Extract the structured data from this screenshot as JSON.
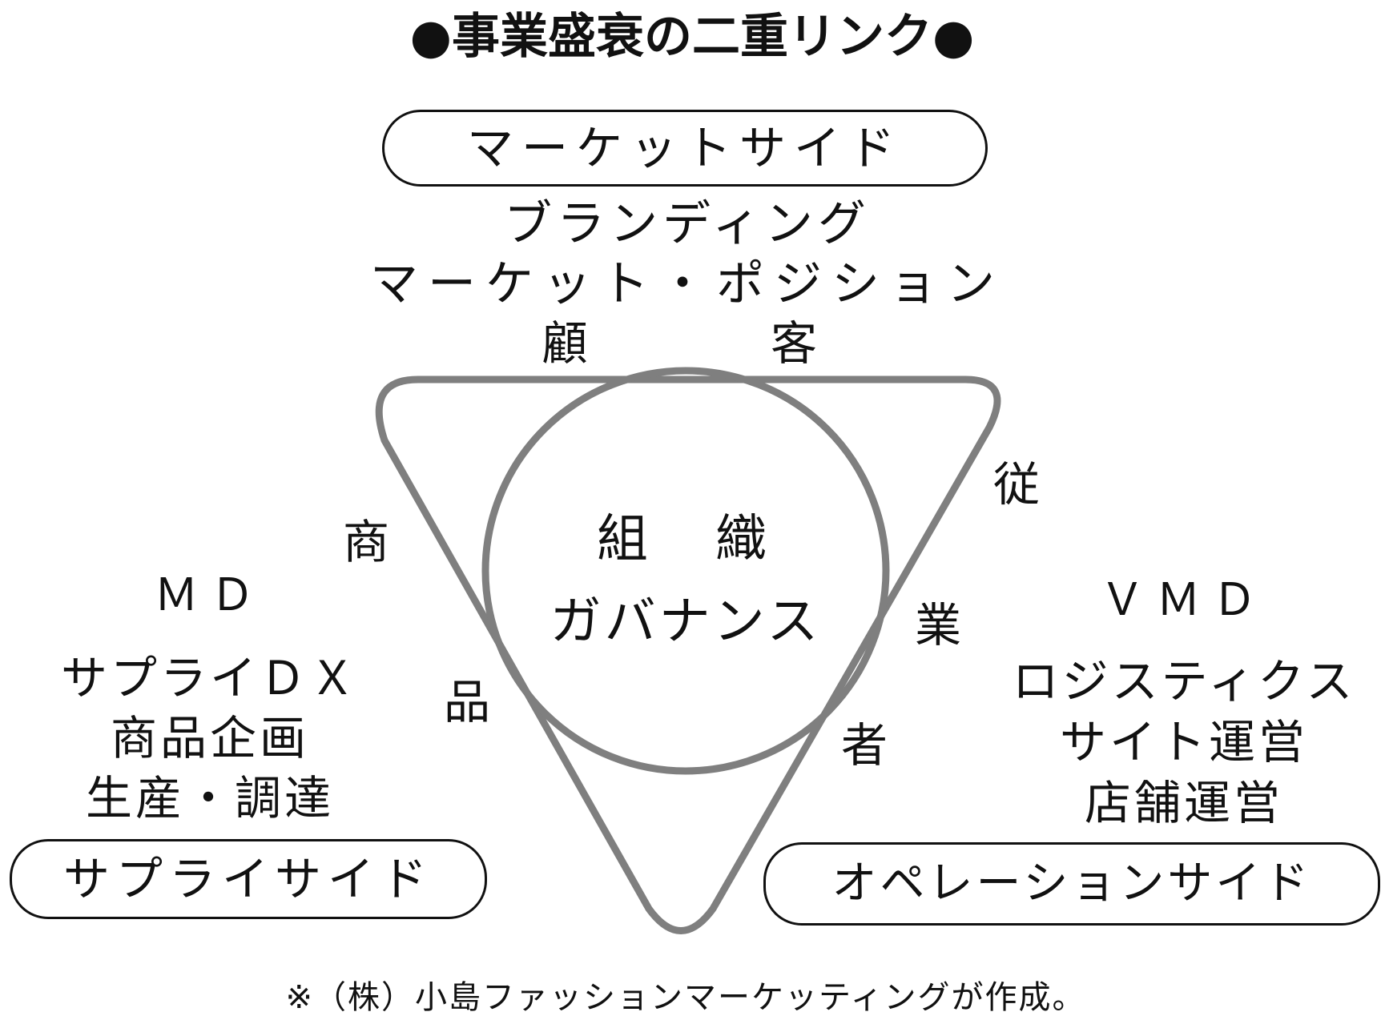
{
  "title": "●事業盛衰の二重リンク●",
  "sides": {
    "market": "マーケットサイド",
    "supply": "サプライサイド",
    "operation": "オペレーションサイド"
  },
  "market_items": [
    "ブランディング",
    "マーケット・ポジション"
  ],
  "edge_labels": {
    "top": [
      "顧",
      "客"
    ],
    "left": [
      "商",
      "品"
    ],
    "right": [
      "従",
      "業",
      "者"
    ]
  },
  "center": {
    "line1": "組　織",
    "line2": "ガバナンス"
  },
  "supply_items": [
    "ＭＤ",
    "サプライＤＸ",
    "商品企画",
    "生産・調達"
  ],
  "operation_items": [
    "ＶＭＤ",
    "ロジスティクス",
    "サイト運営",
    "店舗運営"
  ],
  "footnote": "※（株）小島ファッションマーケッティングが作成。",
  "colors": {
    "shape_stroke": "#7f7f7f",
    "text": "#111111",
    "pill_border": "#111111"
  }
}
